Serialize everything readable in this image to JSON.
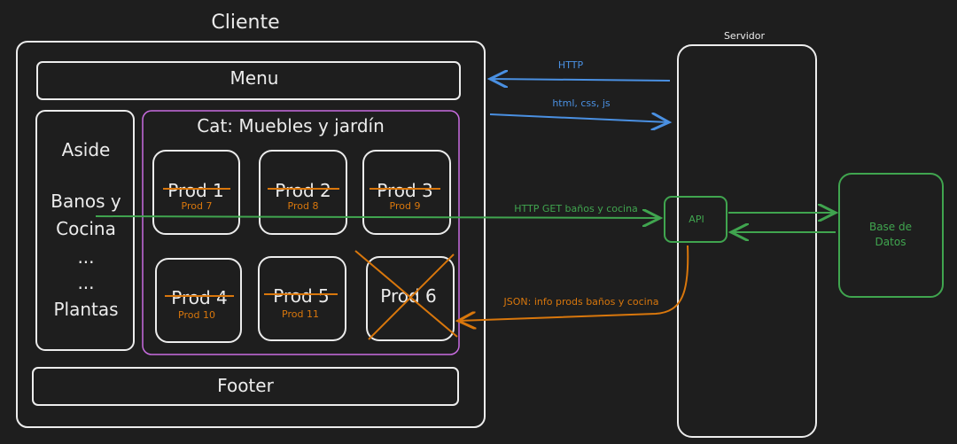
{
  "client": {
    "title": "Cliente",
    "menu": "Menu",
    "footer": "Footer",
    "aside": {
      "title": "Aside",
      "items": [
        "Banos y",
        "Cocina",
        "...",
        "...",
        "Plantas"
      ]
    },
    "category": {
      "title": "Cat: Muebles y jardín",
      "products": [
        {
          "name": "Prod 1",
          "replacement": "Prod 7"
        },
        {
          "name": "Prod 2",
          "replacement": "Prod 8"
        },
        {
          "name": "Prod 3",
          "replacement": "Prod 9"
        },
        {
          "name": "Prod 4",
          "replacement": "Prod 10"
        },
        {
          "name": "Prod 5",
          "replacement": "Prod 11"
        },
        {
          "name": "Prod 6",
          "replacement": ""
        }
      ]
    }
  },
  "server": {
    "title": "Servidor",
    "api": "API"
  },
  "database": {
    "line1": "Base de",
    "line2": "Datos"
  },
  "arrows": {
    "http": "HTTP",
    "assets": "html, css, js",
    "get_request": "HTTP GET baños y cocina",
    "json_response": "JSON: info prods baños y cocina"
  },
  "colors": {
    "background": "#1e1e1e",
    "stroke": "#ececec",
    "category_border": "#c86ce0",
    "blue": "#4a90e2",
    "green": "#40a54f",
    "orange": "#d9770c"
  }
}
